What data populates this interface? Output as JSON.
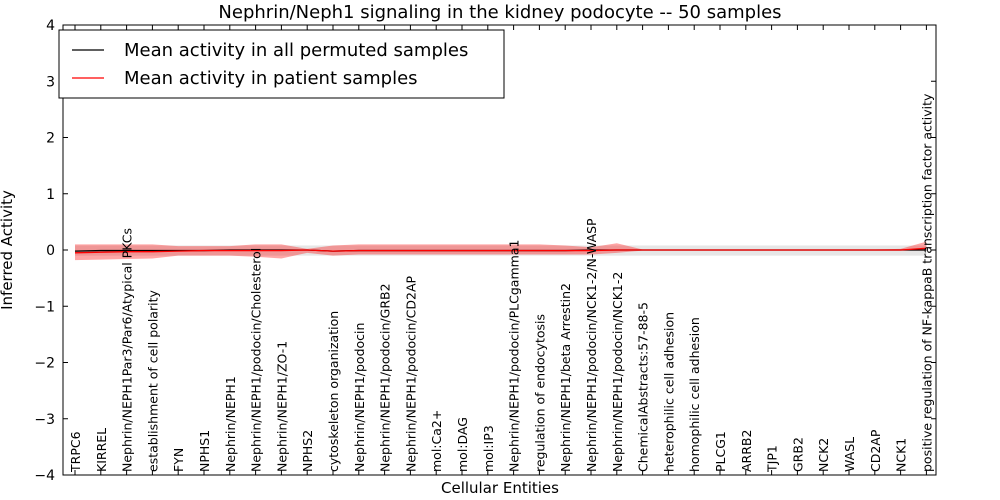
{
  "chart_data": {
    "type": "line",
    "title": "Nephrin/Neph1 signaling in the kidney podocyte -- 50 samples",
    "xlabel": "Cellular Entities",
    "ylabel": "Inferred Activity",
    "ylim": [
      -4,
      4
    ],
    "yticks": [
      -4,
      -3,
      -2,
      -1,
      0,
      1,
      2,
      3,
      4
    ],
    "grid": false,
    "legend_position": "top-left",
    "categories": [
      "TRPC6",
      "KIRREL",
      "Nephrin/NEPH1Par3/Par6/Atypical PKCs",
      "establishment of cell polarity",
      "FYN",
      "NPHS1",
      "Nephrin/NEPH1",
      "Nephrin/NEPH1/podocin/Cholesterol",
      "Nephrin/NEPH1/ZO-1",
      "NPHS2",
      "cytoskeleton organization",
      "Nephrin/NEPH1/podocin",
      "Nephrin/NEPH1/podocin/GRB2",
      "Nephrin/NEPH1/podocin/CD2AP",
      "mol:Ca2+",
      "mol:DAG",
      "mol:IP3",
      "Nephrin/NEPH1/podocin/PLCgamma1",
      "regulation of endocytosis",
      "Nephrin/NEPH1/beta Arrestin2",
      "Nephrin/NEPH1/podocin/NCK1-2/N-WASP",
      "Nephrin/NEPH1/podocin/NCK1-2",
      "ChemicalAbstracts:57-88-5",
      "heterophilic cell adhesion",
      "homophilic cell adhesion",
      "PLCG1",
      "ARRB2",
      "TJP1",
      "GRB2",
      "NCK2",
      "WASL",
      "CD2AP",
      "NCK1",
      "positive regulation of NF-kappaB transcription factor activity"
    ],
    "series": [
      {
        "name": "Mean activity in all permuted samples",
        "color": "#000000",
        "values": [
          -0.02,
          -0.01,
          -0.01,
          -0.01,
          -0.01,
          -0.01,
          0,
          0,
          0,
          0,
          -0.02,
          -0.01,
          -0.01,
          -0.01,
          -0.01,
          -0.01,
          -0.01,
          -0.01,
          -0.01,
          -0.01,
          0,
          0,
          0,
          0,
          0,
          0,
          0,
          0,
          0,
          0,
          0,
          0,
          0,
          0
        ],
        "band_low": [
          -0.1,
          -0.1,
          -0.1,
          -0.1,
          -0.1,
          -0.1,
          -0.1,
          -0.1,
          -0.1,
          -0.1,
          -0.1,
          -0.1,
          -0.1,
          -0.1,
          -0.1,
          -0.1,
          -0.1,
          -0.1,
          -0.1,
          -0.1,
          -0.1,
          -0.1,
          -0.1,
          -0.1,
          -0.1,
          -0.1,
          -0.1,
          -0.1,
          -0.1,
          -0.1,
          -0.1,
          -0.1,
          -0.1,
          -0.1
        ],
        "band_high": [
          0.08,
          0.08,
          0.08,
          0.08,
          0.08,
          0.08,
          0.08,
          0.08,
          0.08,
          0.08,
          0.08,
          0.08,
          0.08,
          0.08,
          0.08,
          0.08,
          0.08,
          0.08,
          0.08,
          0.08,
          0.08,
          0.08,
          0.08,
          0.08,
          0.08,
          0.08,
          0.08,
          0.08,
          0.08,
          0.08,
          0.08,
          0.08,
          0.08,
          0.08
        ]
      },
      {
        "name": "Mean activity in patient samples",
        "color": "#ff0000",
        "values": [
          -0.05,
          -0.04,
          -0.03,
          -0.03,
          -0.02,
          -0.01,
          -0.01,
          -0.01,
          -0.01,
          0,
          -0.02,
          -0.01,
          -0.01,
          -0.01,
          -0.01,
          -0.01,
          -0.01,
          -0.01,
          -0.01,
          -0.01,
          -0.01,
          0,
          0,
          0,
          0,
          0,
          0,
          0,
          0,
          0,
          0,
          0,
          0,
          0.03
        ],
        "band_low": [
          -0.18,
          -0.17,
          -0.16,
          -0.15,
          -0.1,
          -0.1,
          -0.1,
          -0.12,
          -0.15,
          -0.05,
          -0.1,
          -0.08,
          -0.08,
          -0.08,
          -0.08,
          -0.08,
          -0.08,
          -0.08,
          -0.08,
          -0.08,
          -0.08,
          -0.05,
          -0.01,
          -0.01,
          -0.01,
          -0.01,
          -0.01,
          -0.01,
          -0.01,
          -0.01,
          -0.01,
          -0.01,
          -0.01,
          -0.01
        ],
        "band_high": [
          0.1,
          0.1,
          0.1,
          0.1,
          0.07,
          0.07,
          0.07,
          0.1,
          0.1,
          0.02,
          0.08,
          0.1,
          0.1,
          0.1,
          0.1,
          0.1,
          0.1,
          0.1,
          0.1,
          0.08,
          0.05,
          0.12,
          0.01,
          0.01,
          0.01,
          0.01,
          0.01,
          0.01,
          0.01,
          0.01,
          0.01,
          0.01,
          0.02,
          0.15
        ]
      }
    ]
  }
}
